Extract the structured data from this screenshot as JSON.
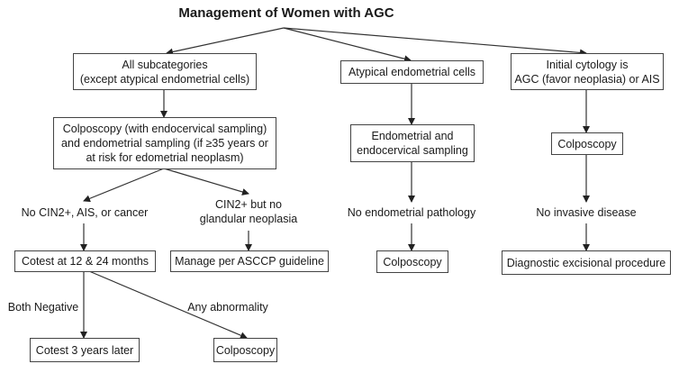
{
  "title": "Management of Women with AGC",
  "nodes": {
    "all_subcategories": [
      "All subcategories",
      "(except atypical endometrial cells)"
    ],
    "colposcopy_sampling": [
      "Colposcopy (with endocervical sampling)",
      "and endometrial sampling (if ≥35 years or",
      "at risk for edometrial neoplasm)"
    ],
    "atypical_endometrial": [
      "Atypical endometrial  cells"
    ],
    "endometrial_endocervical": [
      "Endometrial  and",
      "endocervical sampling"
    ],
    "initial_cytology": [
      "Initial cytology is",
      "AGC (favor neoplasia) or AIS"
    ],
    "colposcopy_right": [
      "Colposcopy"
    ],
    "cotest_12_24": [
      "Cotest at 12 & 24 months"
    ],
    "manage_asccp": [
      "Manage per ASCCP guideline"
    ],
    "colposcopy_middle": [
      "Colposcopy"
    ],
    "diagnostic_excisional": [
      "Diagnostic excisional procedure"
    ],
    "cotest_3_years": [
      "Cotest 3 years later"
    ],
    "colposcopy_bottom": [
      "Colposcopy"
    ]
  },
  "labels": {
    "no_cin2": "No CIN2+, AIS, or cancer",
    "cin2_no_glandular": [
      "CIN2+ but no",
      "glandular neoplasia"
    ],
    "no_endometrial_pathology": "No endometrial  pathology",
    "no_invasive_disease": "No invasive disease",
    "both_negative": "Both Negative",
    "any_abnormality": "Any abnormality"
  }
}
